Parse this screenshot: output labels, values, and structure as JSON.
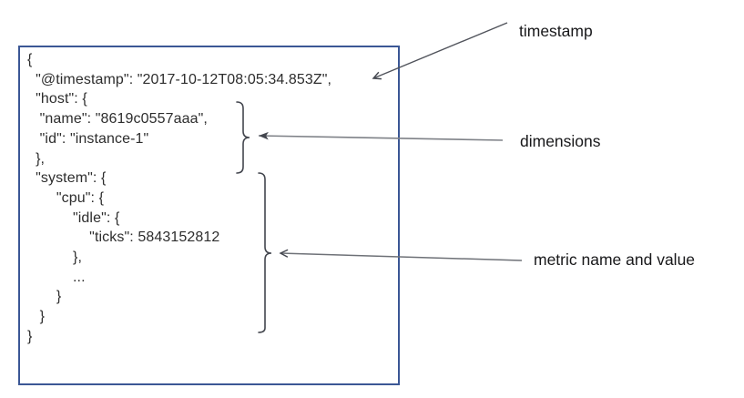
{
  "figure": {
    "description_of_content": "annotated JSON metric document",
    "code": {
      "lines": [
        "{",
        "  \"@timestamp\": \"2017-10-12T08:05:34.853Z\",",
        "  \"host\": {",
        "   \"name\": \"8619c0557aaa\",",
        "   \"id\": \"instance-1\"",
        "  },",
        "  \"system\": {",
        "       \"cpu\": {",
        "           \"idle\": {",
        "               \"ticks\": 5843152812",
        "           },",
        "           ...",
        "       }",
        "   }",
        "}"
      ]
    },
    "values": {
      "timestamp": "2017-10-12T08:05:34.853Z",
      "host_name": "8619c0557aaa",
      "host_id": "instance-1",
      "cpu_idle_ticks": 5843152812
    },
    "annotations": {
      "timestamp": {
        "label": "timestamp"
      },
      "dimensions": {
        "label": "dimensions"
      },
      "metric": {
        "label": "metric name and value"
      }
    }
  },
  "colors": {
    "box_border": "#3b5795",
    "code_text": "#2d2d2d",
    "label_text": "#18181a",
    "brace_stroke": "#43464e",
    "arrow_dark": "#50535b",
    "arrow_gray": "#7e8187",
    "arrowhead": "#43464e"
  }
}
